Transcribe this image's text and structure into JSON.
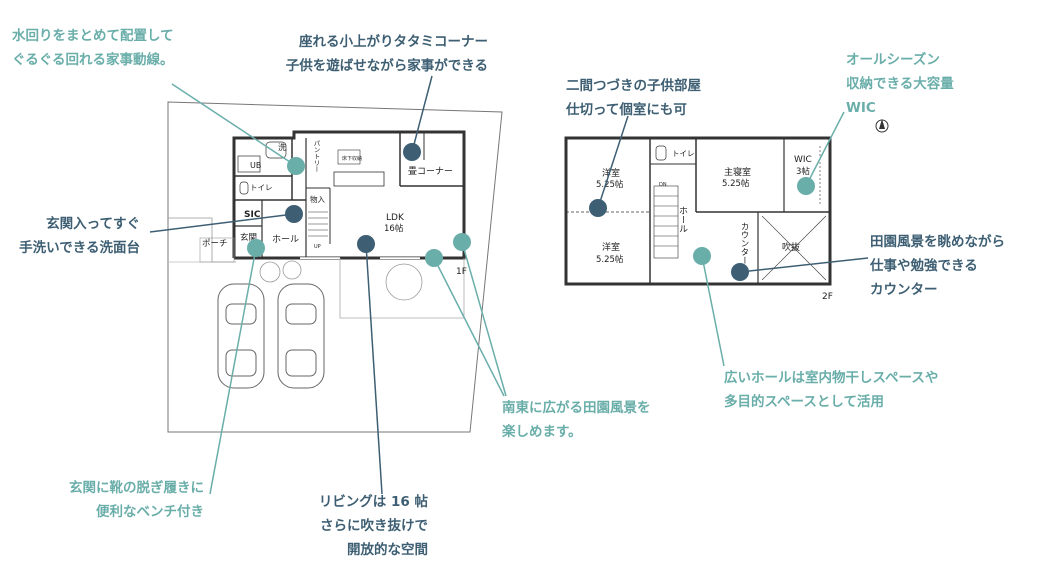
{
  "annotations": {
    "water_loop": {
      "line1": "水回りをまとめて配置して",
      "line2": "ぐるぐる回れる家事動線。"
    },
    "tatami": {
      "line1": "座れる小上がりタタミコーナー",
      "line2": "子供を遊ばせながら家事ができる"
    },
    "kids_room": {
      "line1": "二間つづきの子供部屋",
      "line2": "仕切って個室にも可"
    },
    "wic": {
      "line1": "オールシーズン",
      "line2": "収納できる大容量",
      "line3": "WIC"
    },
    "entrance_wash": {
      "line1": "玄関入ってすぐ",
      "line2": "手洗いできる洗面台"
    },
    "counter": {
      "line1": "田園風景を眺めながら",
      "line2": "仕事や勉強できる",
      "line3": "カウンター"
    },
    "hall": {
      "line1": "広いホールは室内物干しスペースや",
      "line2": "多目的スペースとして活用"
    },
    "southeast": {
      "line1": "南東に広がる田園風景を",
      "line2": "楽しめます。"
    },
    "bench": {
      "line1": "玄関に靴の脱ぎ履きに",
      "line2": "便利なベンチ付き"
    },
    "living": {
      "line1": "リビングは 16 帖",
      "line2": "さらに吹き抜けで",
      "line3": "開放的な空間"
    }
  },
  "plan1f": {
    "floor_label": "1F",
    "ub": "UB",
    "sen": "洗",
    "pantry": "パントリー",
    "tatami_corner": "畳コーナー",
    "toilet": "トイレ",
    "sic": "SIC",
    "storage": "物入",
    "ldk": "LDK",
    "ldk_size": "16帖",
    "hall": "ホール",
    "entrance": "玄関",
    "porch": "ポーチ",
    "kitchen_tag": "床下収納",
    "up": "UP"
  },
  "plan2f": {
    "floor_label": "2F",
    "room1": "洋室",
    "room1_size": "5.25帖",
    "room2": "洋室",
    "room2_size": "5.25帖",
    "toilet": "トイレ",
    "master": "主寝室",
    "master_size": "5.25帖",
    "wic": "WIC",
    "wic_size": "3帖",
    "hall": "ホール",
    "counter": "カウンター",
    "void": "吹抜",
    "down": "DN"
  },
  "colors": {
    "teal": "#6aaeaa",
    "navy": "#3e5f73",
    "line": "#555555"
  }
}
